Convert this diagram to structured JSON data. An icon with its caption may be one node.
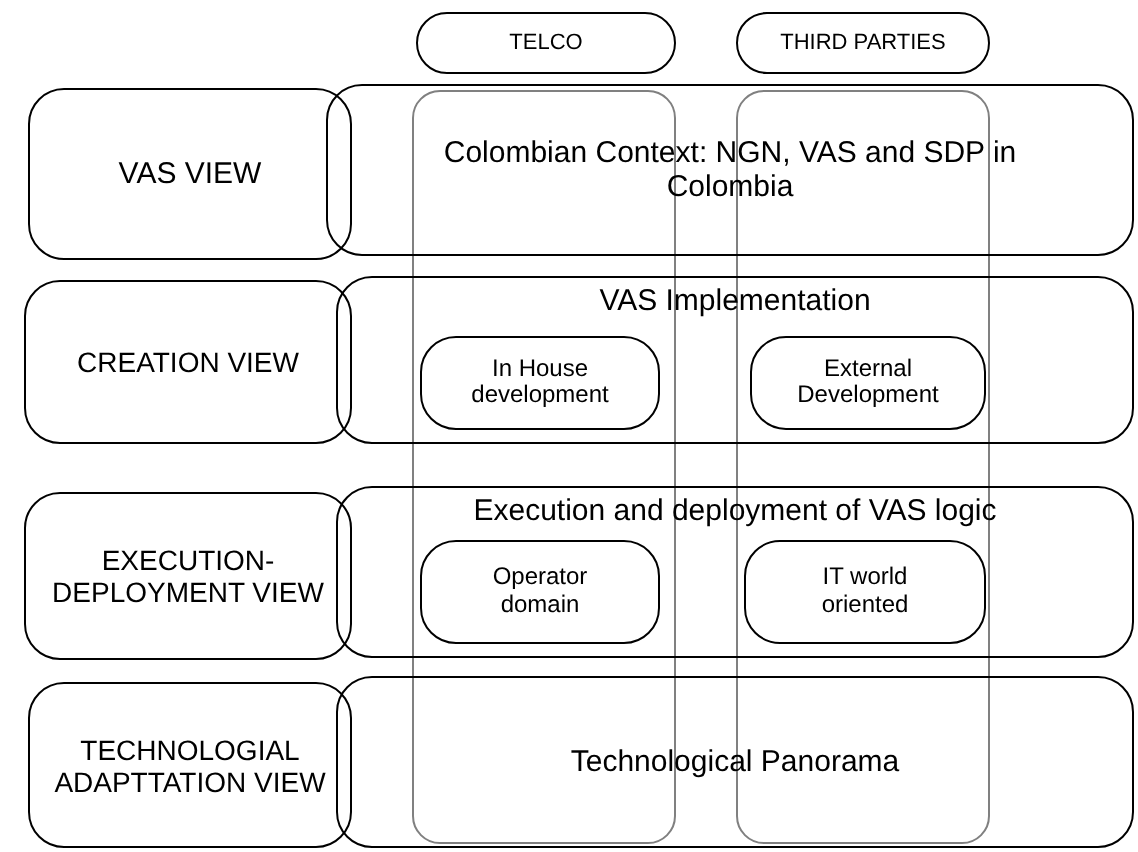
{
  "diagram": {
    "nodes": [
      {
        "text": [
          "TELCO"
        ]
      },
      {
        "text": [
          "THIRD PARTIES"
        ]
      },
      {
        "text": [
          "VAS VIEW"
        ]
      },
      {
        "text": [
          "Colombian Context: NGN, VAS and SDP in Colombia"
        ]
      },
      {
        "text": [
          "CREATION VIEW"
        ]
      },
      {
        "text": [
          "VAS Implementation"
        ]
      },
      {
        "text": [
          "In House development"
        ]
      },
      {
        "text": [
          "External Development"
        ]
      },
      {
        "text": [
          "EXECUTION-DEPLOYMENT VIEW"
        ]
      },
      {
        "text": [
          "Execution and deployment of VAS logic"
        ]
      },
      {
        "text": [
          "Operator domain"
        ]
      },
      {
        "text": [
          "IT world oriented"
        ]
      },
      {
        "text": [
          "TECHNOLOGIAL ADAPTTATION VIEW"
        ]
      },
      {
        "text": [
          "Technological Panorama"
        ]
      },
      {
        "text": [],
        "shape": "box"
      },
      {
        "text": [],
        "shape": "box"
      }
    ]
  }
}
